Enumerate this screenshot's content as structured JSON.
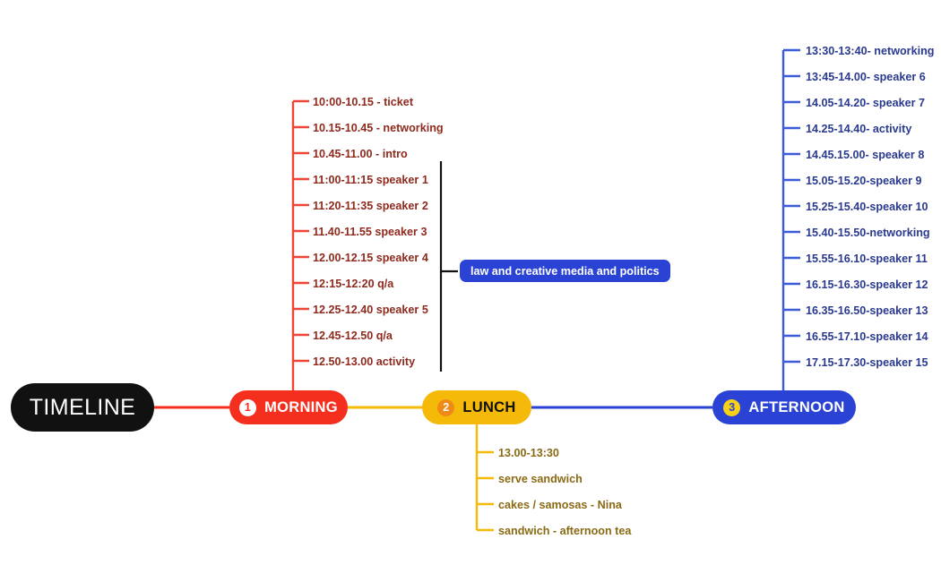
{
  "diagram": {
    "root": {
      "label": "TIMELINE"
    },
    "branches": [
      {
        "id": "morning",
        "number": "1",
        "label": "MORNING",
        "color": "#f42f1e"
      },
      {
        "id": "lunch",
        "number": "2",
        "label": "LUNCH",
        "color": "#f5b909"
      },
      {
        "id": "afternoon",
        "number": "3",
        "label": "AFTERNOON",
        "color": "#2a43d4"
      }
    ],
    "morning_items": [
      {
        "text": "10:00-10.15 - ticket"
      },
      {
        "text": "10.15-10.45 - networking"
      },
      {
        "text": "10.45-11.00 - intro"
      },
      {
        "text": "11:00-11:15 speaker 1"
      },
      {
        "text": "11:20-11:35 speaker 2"
      },
      {
        "text": "11.40-11.55 speaker 3"
      },
      {
        "text": "12.00-12.15 speaker 4"
      },
      {
        "text": "12:15-12:20 q/a"
      },
      {
        "text": "12.25-12.40 speaker 5"
      },
      {
        "text": "12.45-12.50 q/a"
      },
      {
        "text": "12.50-13.00 activity"
      }
    ],
    "morning_group_note": {
      "text": "law and creative media and politics"
    },
    "lunch_items": [
      {
        "text": "13.00-13:30"
      },
      {
        "text": "serve sandwich"
      },
      {
        "text": "cakes / samosas - Nina"
      },
      {
        "text": "sandwich - afternoon tea"
      }
    ],
    "afternoon_items": [
      {
        "text": "13:30-13:40- networking"
      },
      {
        "text": "13:45-14.00- speaker 6"
      },
      {
        "text": "14.05-14.20- speaker 7"
      },
      {
        "text": "14.25-14.40- activity"
      },
      {
        "text": "14.45.15.00- speaker 8"
      },
      {
        "text": "15.05-15.20-speaker 9"
      },
      {
        "text": "15.25-15.40-speaker 10"
      },
      {
        "text": "15.40-15.50-networking"
      },
      {
        "text": "15.55-16.10-speaker 11"
      },
      {
        "text": "16.15-16.30-speaker 12"
      },
      {
        "text": "16.35-16.50-speaker 13"
      },
      {
        "text": "16.55-17.10-speaker 14"
      },
      {
        "text": "17.15-17.30-speaker 15"
      }
    ]
  }
}
